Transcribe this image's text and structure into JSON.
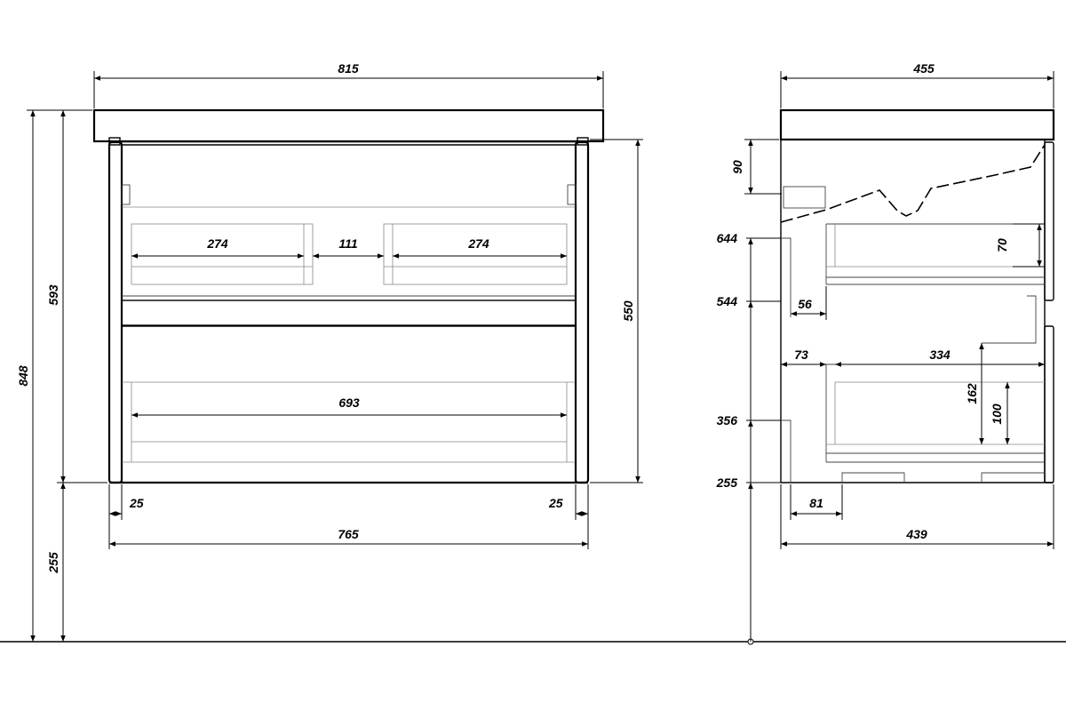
{
  "front_view": {
    "overall_width": "815",
    "drawer_width_left": "274",
    "drawer_gap": "111",
    "drawer_width_right": "274",
    "lower_drawer_width": "693",
    "side_offset_left": "25",
    "side_offset_right": "25",
    "body_width": "765",
    "total_height": "848",
    "body_height": "593",
    "front_height": "550",
    "floor_clearance": "255"
  },
  "side_view": {
    "overall_depth": "455",
    "top_drawer_cutout": "90",
    "level_644": "644",
    "level_544": "544",
    "level_356": "356",
    "level_255": "255",
    "upper_drawer_height": "70",
    "offset_56": "56",
    "offset_73": "73",
    "lower_drawer_depth": "334",
    "lower_drawer_outer_height": "162",
    "lower_drawer_inner_height": "100",
    "base_offset": "81",
    "body_depth": "439"
  }
}
